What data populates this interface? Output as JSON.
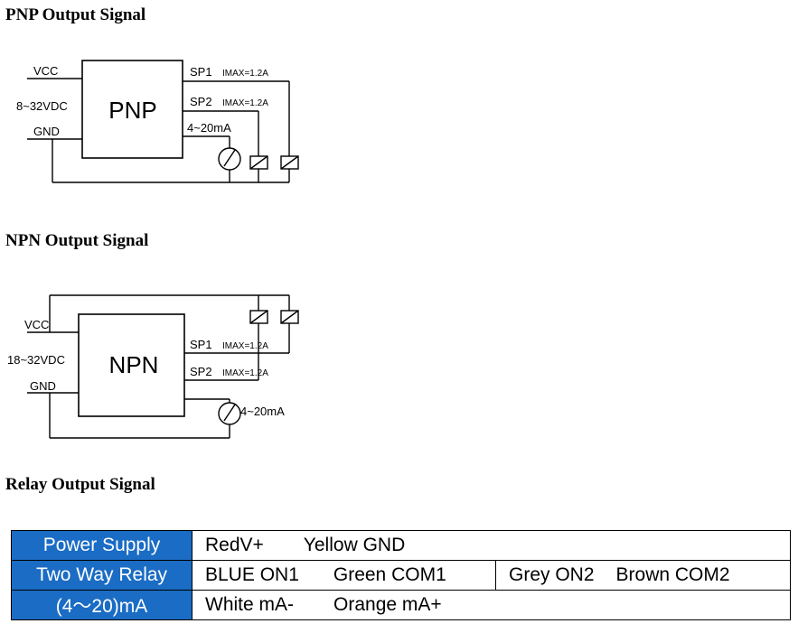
{
  "sections": {
    "pnp_title": "PNP Output Signal",
    "npn_title": "NPN Output Signal",
    "relay_title": "Relay Output Signal"
  },
  "pnp_diagram": {
    "box_label": "PNP",
    "vcc": "VCC",
    "voltage": "8~32VDC",
    "gnd": "GND",
    "sp1": "SP1",
    "sp1_imax": "IMAX=1.2A",
    "sp2": "SP2",
    "sp2_imax": "IMAX=1.2A",
    "analog": "4~20mA"
  },
  "npn_diagram": {
    "box_label": "NPN",
    "vcc": "VCC",
    "voltage": "18~32VDC",
    "gnd": "GND",
    "sp1": "SP1",
    "sp1_imax": "IMAX=1.2A",
    "sp2": "SP2",
    "sp2_imax": "IMAX=1.2A",
    "analog": "4~20mA"
  },
  "colors": {
    "table_header_bg": "#1a6cc4",
    "table_header_text": "#ffffff"
  },
  "relay_table": {
    "rows": [
      {
        "label": "Power Supply",
        "cells": [
          "RedV+",
          "Yellow GND"
        ]
      },
      {
        "label": "Two Way Relay",
        "cells": [
          "BLUE ON1",
          "Green COM1"
        ],
        "cells2": [
          "Grey ON2",
          "Brown COM2"
        ]
      },
      {
        "label": "(4～20)mA",
        "cells": [
          "White mA-",
          "Orange mA+"
        ]
      }
    ]
  }
}
